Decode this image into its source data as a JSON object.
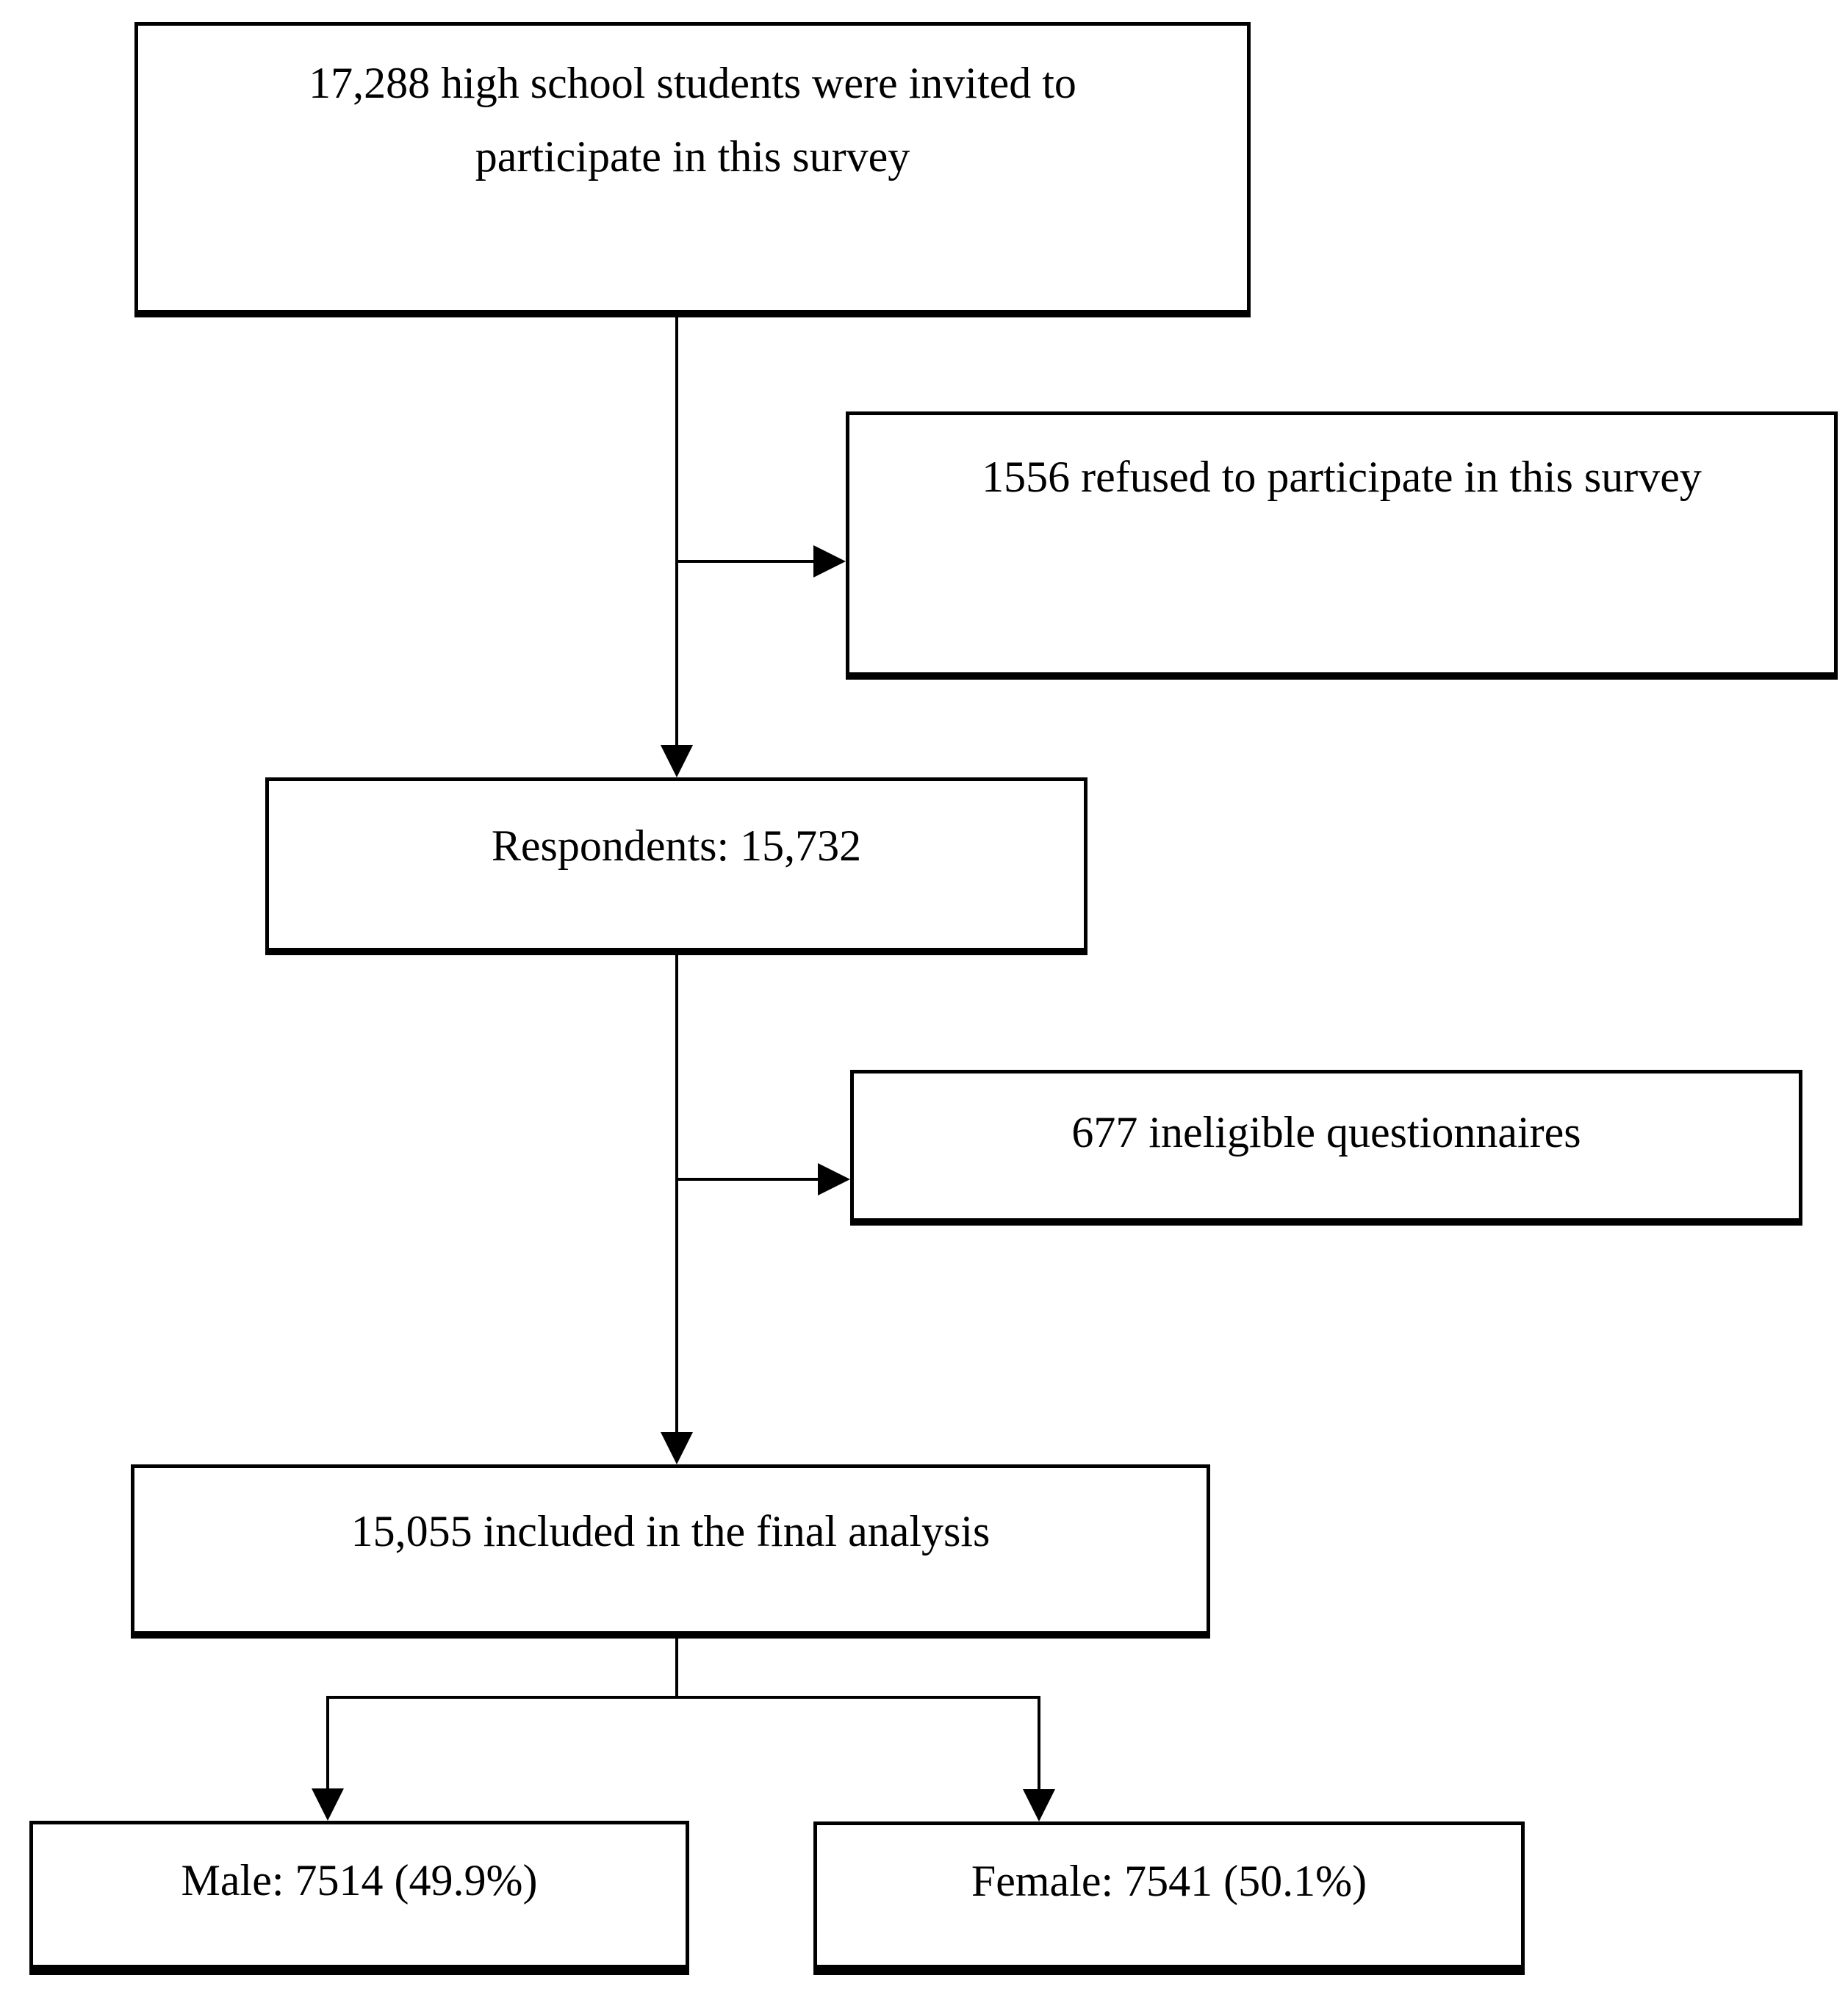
{
  "nodes": {
    "invited": {
      "label": "17,288 high school students were invited to\nparticipate in this survey"
    },
    "refused": {
      "label": "1556 refused to participate in this survey"
    },
    "respondents": {
      "label": "Respondents: 15,732"
    },
    "ineligible": {
      "label": "677 ineligible questionnaires"
    },
    "final": {
      "label": "15,055 included in the final analysis"
    },
    "male": {
      "label": "Male: 7514 (49.9%)"
    },
    "female": {
      "label": "Female: 7541 (50.1%)"
    }
  },
  "colors": {
    "line": "#000000",
    "background": "#ffffff",
    "text": "#000000"
  }
}
